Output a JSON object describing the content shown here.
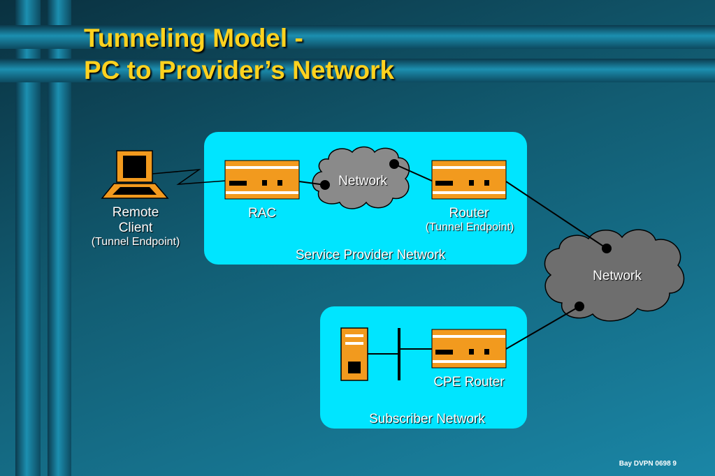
{
  "title": {
    "line1": "Tunneling Model -",
    "line2": "PC to Provider’s Network"
  },
  "labels": {
    "remote_client_line1": "Remote",
    "remote_client_line2": "Client",
    "remote_client_sub": "(Tunnel Endpoint)",
    "rac": "RAC",
    "network_inner": "Network",
    "router": "Router",
    "router_sub": "(Tunnel Endpoint)",
    "service_provider_network": "Service Provider Network",
    "network_outer": "Network",
    "cpe_router": "CPE Router",
    "subscriber_network": "Subscriber Network"
  },
  "footer": "Bay DVPN 0698 9",
  "colors": {
    "title": "#ffd21f",
    "panel": "#00e5ff",
    "device_orange": "#f29a1e",
    "cloud_gray": "#8a8a8a"
  }
}
